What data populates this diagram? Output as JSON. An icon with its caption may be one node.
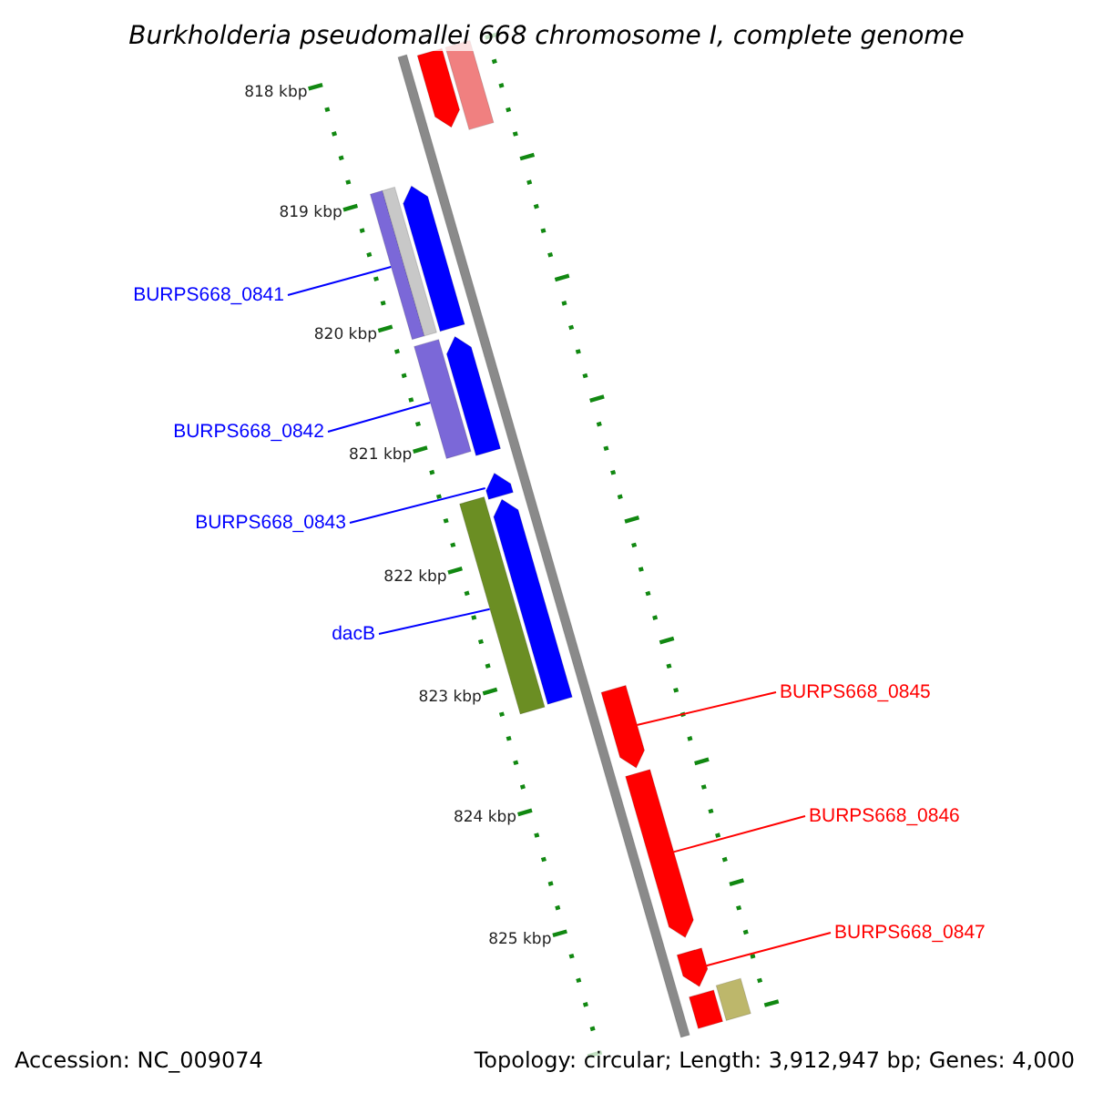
{
  "diagram": {
    "title": "Burkholderia pseudomallei 668 chromosome I, complete genome",
    "nodes": [
      {
        "text": [
          "BURPS668_0841"
        ]
      },
      {
        "text": [
          "BURPS668_0842"
        ]
      },
      {
        "text": [
          "BURPS668_0843"
        ]
      },
      {
        "text": [
          "dacB"
        ]
      },
      {
        "text": [
          "BURPS668_0845"
        ]
      },
      {
        "text": [
          "BURPS668_0846"
        ]
      },
      {
        "text": [
          "BURPS668_0847"
        ]
      },
      {
        "text": [],
        "shape": "arrow"
      },
      {
        "text": [],
        "shape": "box"
      },
      {
        "text": [],
        "shape": "box"
      },
      {
        "text": [],
        "shape": "box"
      },
      {
        "text": [],
        "shape": "arrow"
      },
      {
        "text": [],
        "shape": "box"
      },
      {
        "text": [],
        "shape": "arrow"
      },
      {
        "text": [],
        "shape": "arrow"
      },
      {
        "text": [],
        "shape": "box"
      },
      {
        "text": [],
        "shape": "arrow"
      },
      {
        "text": [],
        "shape": "arrow"
      },
      {
        "text": [],
        "shape": "arrow"
      },
      {
        "text": [],
        "shape": "arrow"
      },
      {
        "text": [],
        "shape": "box"
      },
      {
        "text": [],
        "shape": "box"
      },
      {
        "text": [],
        "shape": "bar"
      }
    ],
    "edges": [
      {
        "from": 0,
        "to": 9,
        "arrow": "none"
      },
      {
        "from": 1,
        "to": 12,
        "arrow": "none"
      },
      {
        "from": 2,
        "to": 14,
        "arrow": "none"
      },
      {
        "from": 3,
        "to": 15,
        "arrow": "none"
      },
      {
        "from": 4,
        "to": 17,
        "arrow": "none",
        "color": "#ff0000"
      },
      {
        "from": 5,
        "to": 18,
        "arrow": "none",
        "color": "#ff0000"
      },
      {
        "from": 6,
        "to": 19,
        "arrow": "none",
        "color": "#ff0000"
      }
    ],
    "labels": [
      "818 kbp",
      "819 kbp",
      "820 kbp",
      "821 kbp",
      "822 kbp",
      "823 kbp",
      "824 kbp",
      "825 kbp",
      "Accession: NC_009074",
      "Topology: circular; Length: 3,912,947 bp; Genes: 4,000"
    ]
  }
}
